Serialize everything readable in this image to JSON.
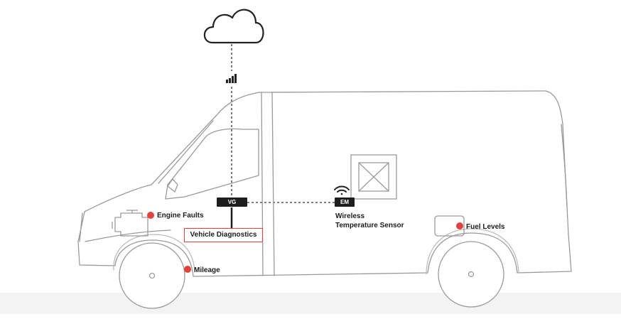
{
  "colors": {
    "accent": "#e0433f",
    "line": "#9a9a9a",
    "device": "#1d1d1d",
    "ground": "#f3f3f3"
  },
  "labels": {
    "engine_faults": "Engine Faults",
    "mileage": "Mileage",
    "vehicle_diagnostics": "Vehicle Diagnostics",
    "vg": "VG",
    "em": "EM",
    "sensor_line1": "Wireless",
    "sensor_line2": "Temperature Sensor",
    "fuel_levels": "Fuel Levels"
  },
  "icons": [
    "cloud-icon",
    "cellular-signal-icon",
    "wifi-icon",
    "engine-icon",
    "cargo-box-icon"
  ]
}
